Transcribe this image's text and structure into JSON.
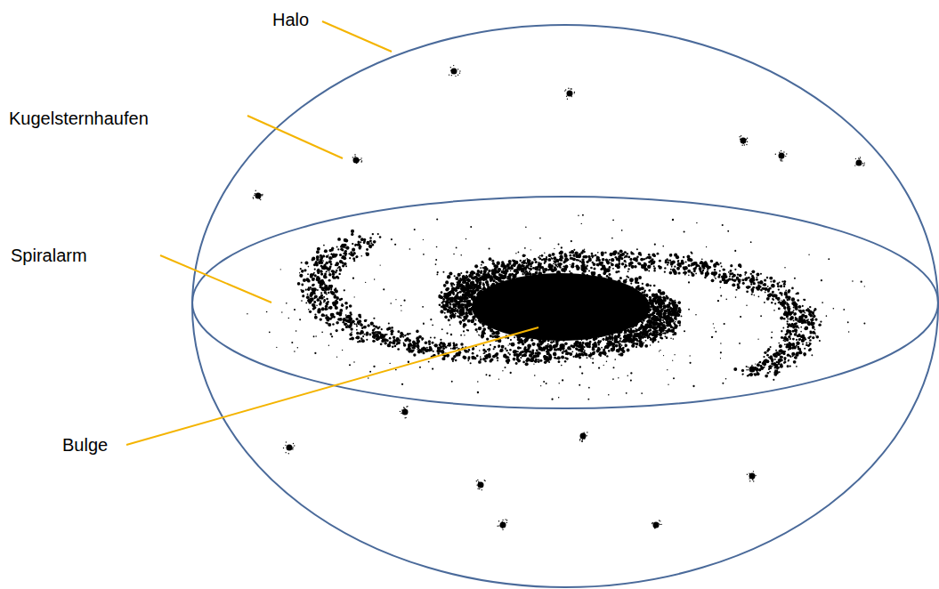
{
  "diagram": {
    "labels": [
      "Halo",
      "Kugelsternhaufen",
      "Spiralarm",
      "Bulge"
    ]
  }
}
